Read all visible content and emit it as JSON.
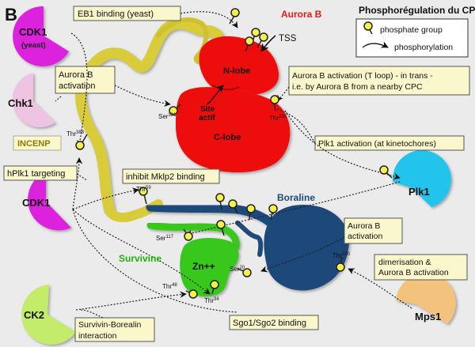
{
  "panel_letter": "B",
  "title": "Phosphorégulation du CPC",
  "legend": {
    "phosphate": "phosphate group",
    "phosphorylation": "phosphorylation"
  },
  "proteins": {
    "aurora_b": "Aurora B",
    "n_lobe": "N-lobe",
    "c_lobe": "C-lobe",
    "site": [
      "Site",
      "actif"
    ],
    "tss": "TSS",
    "incenp": "INCENP",
    "boraline": "Boraline",
    "survivine": "Survivine",
    "zn": "Zn++"
  },
  "kinases": {
    "cdk1_yeast": [
      "CDK1",
      "(yeast)"
    ],
    "chk1": "Chk1",
    "cdk1": "CDK1",
    "ck2": "CK2",
    "plk1": "Plk1",
    "mps1": "Mps1"
  },
  "sites": {
    "ser331": [
      "Ser",
      "331"
    ],
    "thr232": [
      "Thr",
      "232"
    ],
    "thr388": [
      "Thr",
      "388"
    ],
    "thr59": [
      "Thr",
      "59"
    ],
    "ser117": [
      "Ser",
      "117"
    ],
    "ser20": [
      "Ser",
      "20"
    ],
    "thr48": [
      "Thr",
      "48"
    ],
    "thr34": [
      "Thr",
      "34"
    ],
    "thr230": [
      "Thr",
      "230"
    ]
  },
  "boxes": {
    "eb1": "EB1 binding (yeast)",
    "aurb_act_1": [
      "Aurora B",
      "activation"
    ],
    "tloop": [
      "Aurora B activation (T loop) - in trans -",
      "i.e. by Aurora B from a nearby CPC"
    ],
    "plk1_act": "Plk1 activation (at kinetochores)",
    "hplk1": "hPlk1 targeting",
    "mklp2": "inhibit Mklp2 binding",
    "aurb_act_2": [
      "Aurora B",
      "activation"
    ],
    "dimer": [
      "dimerisation &",
      "Aurora B activation"
    ],
    "sgo": "Sgo1/Sgo2 binding",
    "surv_bor": [
      "Survivin-Borealin",
      "interaction"
    ]
  },
  "colors": {
    "aurora_b": "#ee1111",
    "incenp": "#d8cc3a",
    "boraline": "#1f4a7a",
    "survivine": "#39c81f",
    "cdk1": "#dd22dd",
    "chk1": "#eec4e2",
    "ck2": "#c2ec6a",
    "plk1": "#22c4ec",
    "mps1": "#f3c27c",
    "box": "#fbf7cc",
    "phosphate": "#f5f04a"
  }
}
